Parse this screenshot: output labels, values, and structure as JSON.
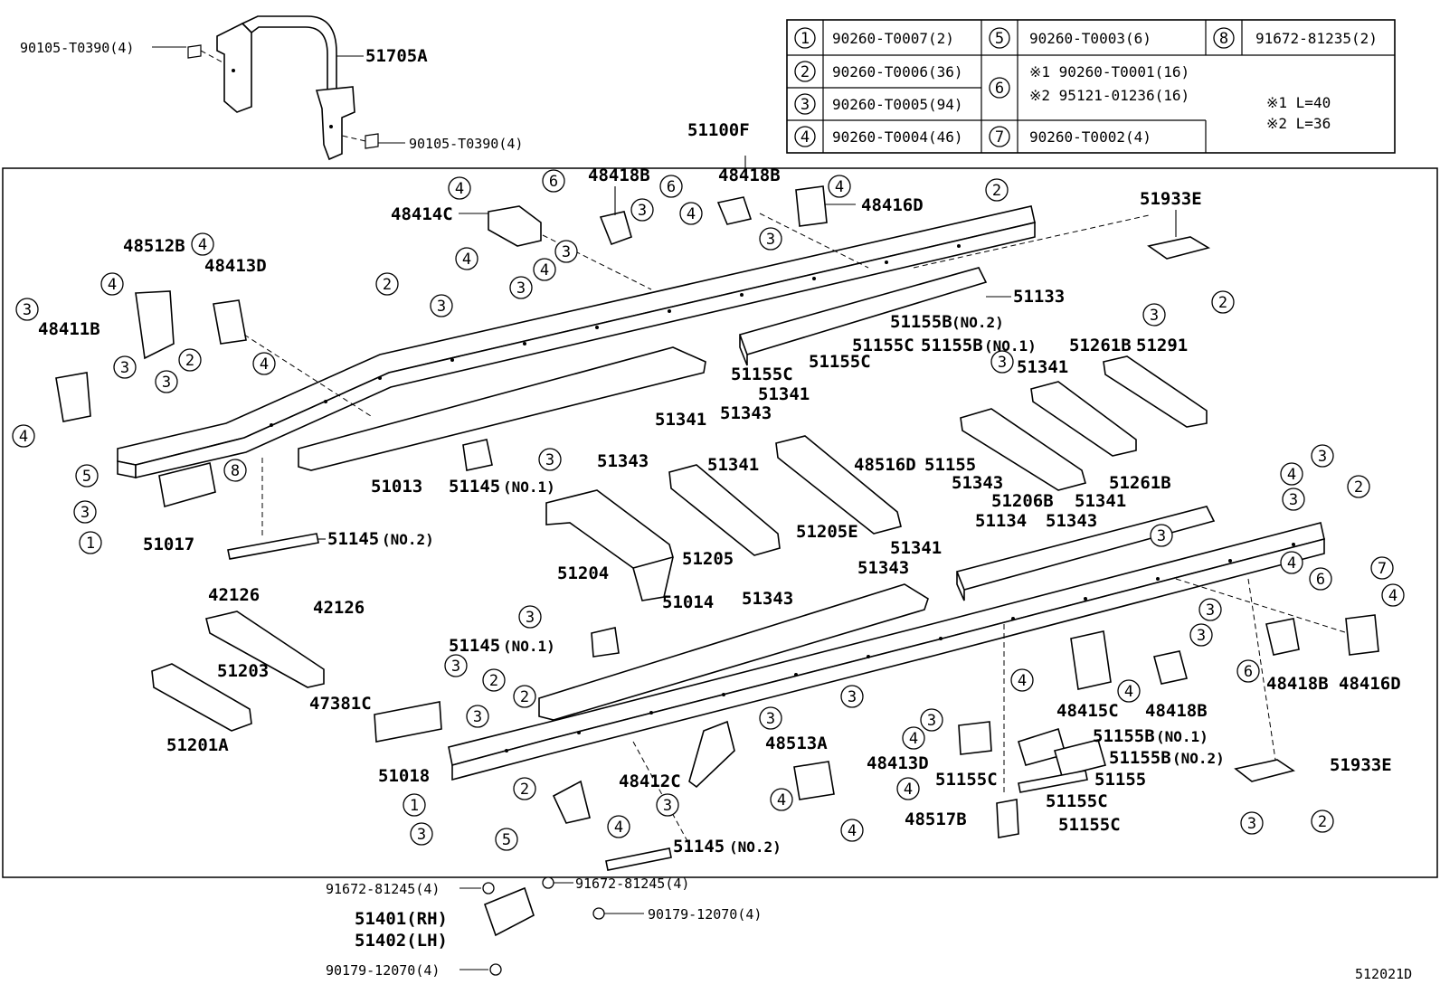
{
  "ref_code": "512021D",
  "legend": {
    "rows": [
      {
        "num": "1",
        "part": "90260-T0007(2)"
      },
      {
        "num": "2",
        "part": "90260-T0006(36)"
      },
      {
        "num": "3",
        "part": "90260-T0005(94)"
      },
      {
        "num": "4",
        "part": "90260-T0004(46)"
      },
      {
        "num": "5",
        "part": "90260-T0003(6)"
      },
      {
        "num": "6",
        "part_a": "※1 90260-T0001(16)",
        "part_b": "※2 95121-01236(16)"
      },
      {
        "num": "7",
        "part": "90260-T0002(4)"
      },
      {
        "num": "8",
        "part": "91672-81235(2)"
      }
    ],
    "notes": [
      "※1  L=40",
      "※2  L=36"
    ]
  },
  "labels": {
    "l_90105a": "90105-T0390(4)",
    "l_51705a": "51705A",
    "l_90105b": "90105-T0390(4)",
    "l_51100f": "51100F",
    "l_48414c": "48414C",
    "l_48418b_1": "48418B",
    "l_48418b_2": "48418B",
    "l_48416d_1": "48416D",
    "l_51933e_1": "51933E",
    "l_48512b": "48512B",
    "l_48413d_1": "48413D",
    "l_48411b": "48411B",
    "l_51133": "51133",
    "l_51155b_no2": "51155B",
    "l_no2_a": "(NO.2)",
    "l_51155c_a": "51155C",
    "l_51155b_no1": "51155B",
    "l_no1_a": "(NO.1)",
    "l_51261b_1": "51261B",
    "l_51291": "51291",
    "l_51341_a": "51341",
    "l_51155c_b": "51155C",
    "l_51155c_c": "51155C",
    "l_51341_b": "51341",
    "l_51343_a": "51343",
    "l_51341_c": "51341",
    "l_48516d": "48516D",
    "l_51155": "51155",
    "l_51343_b": "51343",
    "l_51206b": "51206B",
    "l_51261b_2": "51261B",
    "l_51341_d": "51341",
    "l_51343_c": "51343",
    "l_51013": "51013",
    "l_51145_no1_a": "51145",
    "l_no1_b": "(NO.1)",
    "l_51343_d": "51343",
    "l_51341_e": "51341",
    "l_51205e": "51205E",
    "l_51341_f": "51341",
    "l_51343_e": "51343",
    "l_51017": "51017",
    "l_51145_no2_a": "51145",
    "l_no2_b": "(NO.2)",
    "l_51204": "51204",
    "l_51205": "51205",
    "l_51343_f": "51343",
    "l_51134": "51134",
    "l_42126_a": "42126",
    "l_42126_b": "42126",
    "l_51014": "51014",
    "l_51145_no1_b": "51145",
    "l_no1_c": "(NO.1)",
    "l_51203": "51203",
    "l_47381c": "47381C",
    "l_51201a": "51201A",
    "l_51018": "51018",
    "l_48513a": "48513A",
    "l_48413d_2": "48413D",
    "l_48412c": "48412C",
    "l_51155c_d": "51155C",
    "l_48415c": "48415C",
    "l_48418b_3": "48418B",
    "l_48418b_4": "48418B",
    "l_48416d_2": "48416D",
    "l_51155b_no1_b": "51155B",
    "l_no1_d": "(NO.1)",
    "l_51155b_no2_b": "51155B",
    "l_no2_c": "(NO.2)",
    "l_51155_b": "51155",
    "l_51933e_2": "51933E",
    "l_51155c_e": "51155C",
    "l_48517b": "48517B",
    "l_51155c_f": "51155C",
    "l_51145_no2_b": "51145",
    "l_no2_d": "(NO.2)",
    "l_91672_a": "91672-81245(4)",
    "l_91672_b": "91672-81245(4)",
    "l_90179_a": "90179-12070(4)",
    "l_51401": "51401(RH)",
    "l_51402": "51402(LH)",
    "l_90179_b": "90179-12070(4)"
  },
  "callouts": [
    {
      "n": "4"
    },
    {
      "n": "6"
    },
    {
      "n": "6"
    },
    {
      "n": "4"
    },
    {
      "n": "2"
    },
    {
      "n": "3"
    },
    {
      "n": "4"
    },
    {
      "n": "3"
    },
    {
      "n": "4"
    },
    {
      "n": "3"
    },
    {
      "n": "4"
    },
    {
      "n": "3"
    },
    {
      "n": "3"
    },
    {
      "n": "4"
    },
    {
      "n": "2"
    },
    {
      "n": "4"
    },
    {
      "n": "3"
    },
    {
      "n": "3"
    },
    {
      "n": "2"
    },
    {
      "n": "3"
    },
    {
      "n": "2"
    },
    {
      "n": "4"
    },
    {
      "n": "4"
    },
    {
      "n": "5"
    },
    {
      "n": "3"
    },
    {
      "n": "1"
    },
    {
      "n": "8"
    },
    {
      "n": "3"
    },
    {
      "n": "3"
    },
    {
      "n": "3"
    },
    {
      "n": "4"
    },
    {
      "n": "3"
    },
    {
      "n": "2"
    },
    {
      "n": "7"
    },
    {
      "n": "6"
    },
    {
      "n": "4"
    },
    {
      "n": "3"
    },
    {
      "n": "3"
    },
    {
      "n": "4"
    },
    {
      "n": "4"
    },
    {
      "n": "6"
    },
    {
      "n": "3"
    },
    {
      "n": "3"
    },
    {
      "n": "2"
    },
    {
      "n": "3"
    },
    {
      "n": "3"
    },
    {
      "n": "3"
    },
    {
      "n": "4"
    },
    {
      "n": "3"
    },
    {
      "n": "4"
    },
    {
      "n": "4"
    },
    {
      "n": "4"
    },
    {
      "n": "3"
    },
    {
      "n": "4"
    },
    {
      "n": "1"
    },
    {
      "n": "2"
    },
    {
      "n": "3"
    },
    {
      "n": "5"
    },
    {
      "n": "4"
    },
    {
      "n": "3"
    },
    {
      "n": "2"
    },
    {
      "n": "2"
    },
    {
      "n": "3"
    },
    {
      "n": "3"
    }
  ]
}
